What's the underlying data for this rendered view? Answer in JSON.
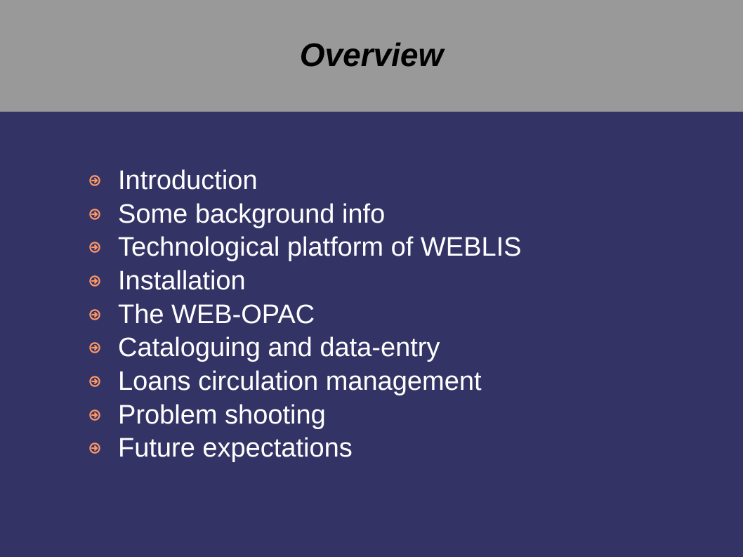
{
  "slide": {
    "title": "Overview",
    "colors": {
      "title_band": "#999999",
      "background": "#333366",
      "bullet_icon": "#ff9966",
      "text": "#ffffff",
      "title_text": "#000000"
    },
    "bullet_icon_name": "arrow-circle-right-icon",
    "items": [
      "Introduction",
      "Some background info",
      "Technological platform of WEBLIS",
      "Installation",
      "The WEB-OPAC",
      "Cataloguing and data-entry",
      "Loans circulation management",
      "Problem shooting",
      "Future expectations"
    ]
  }
}
